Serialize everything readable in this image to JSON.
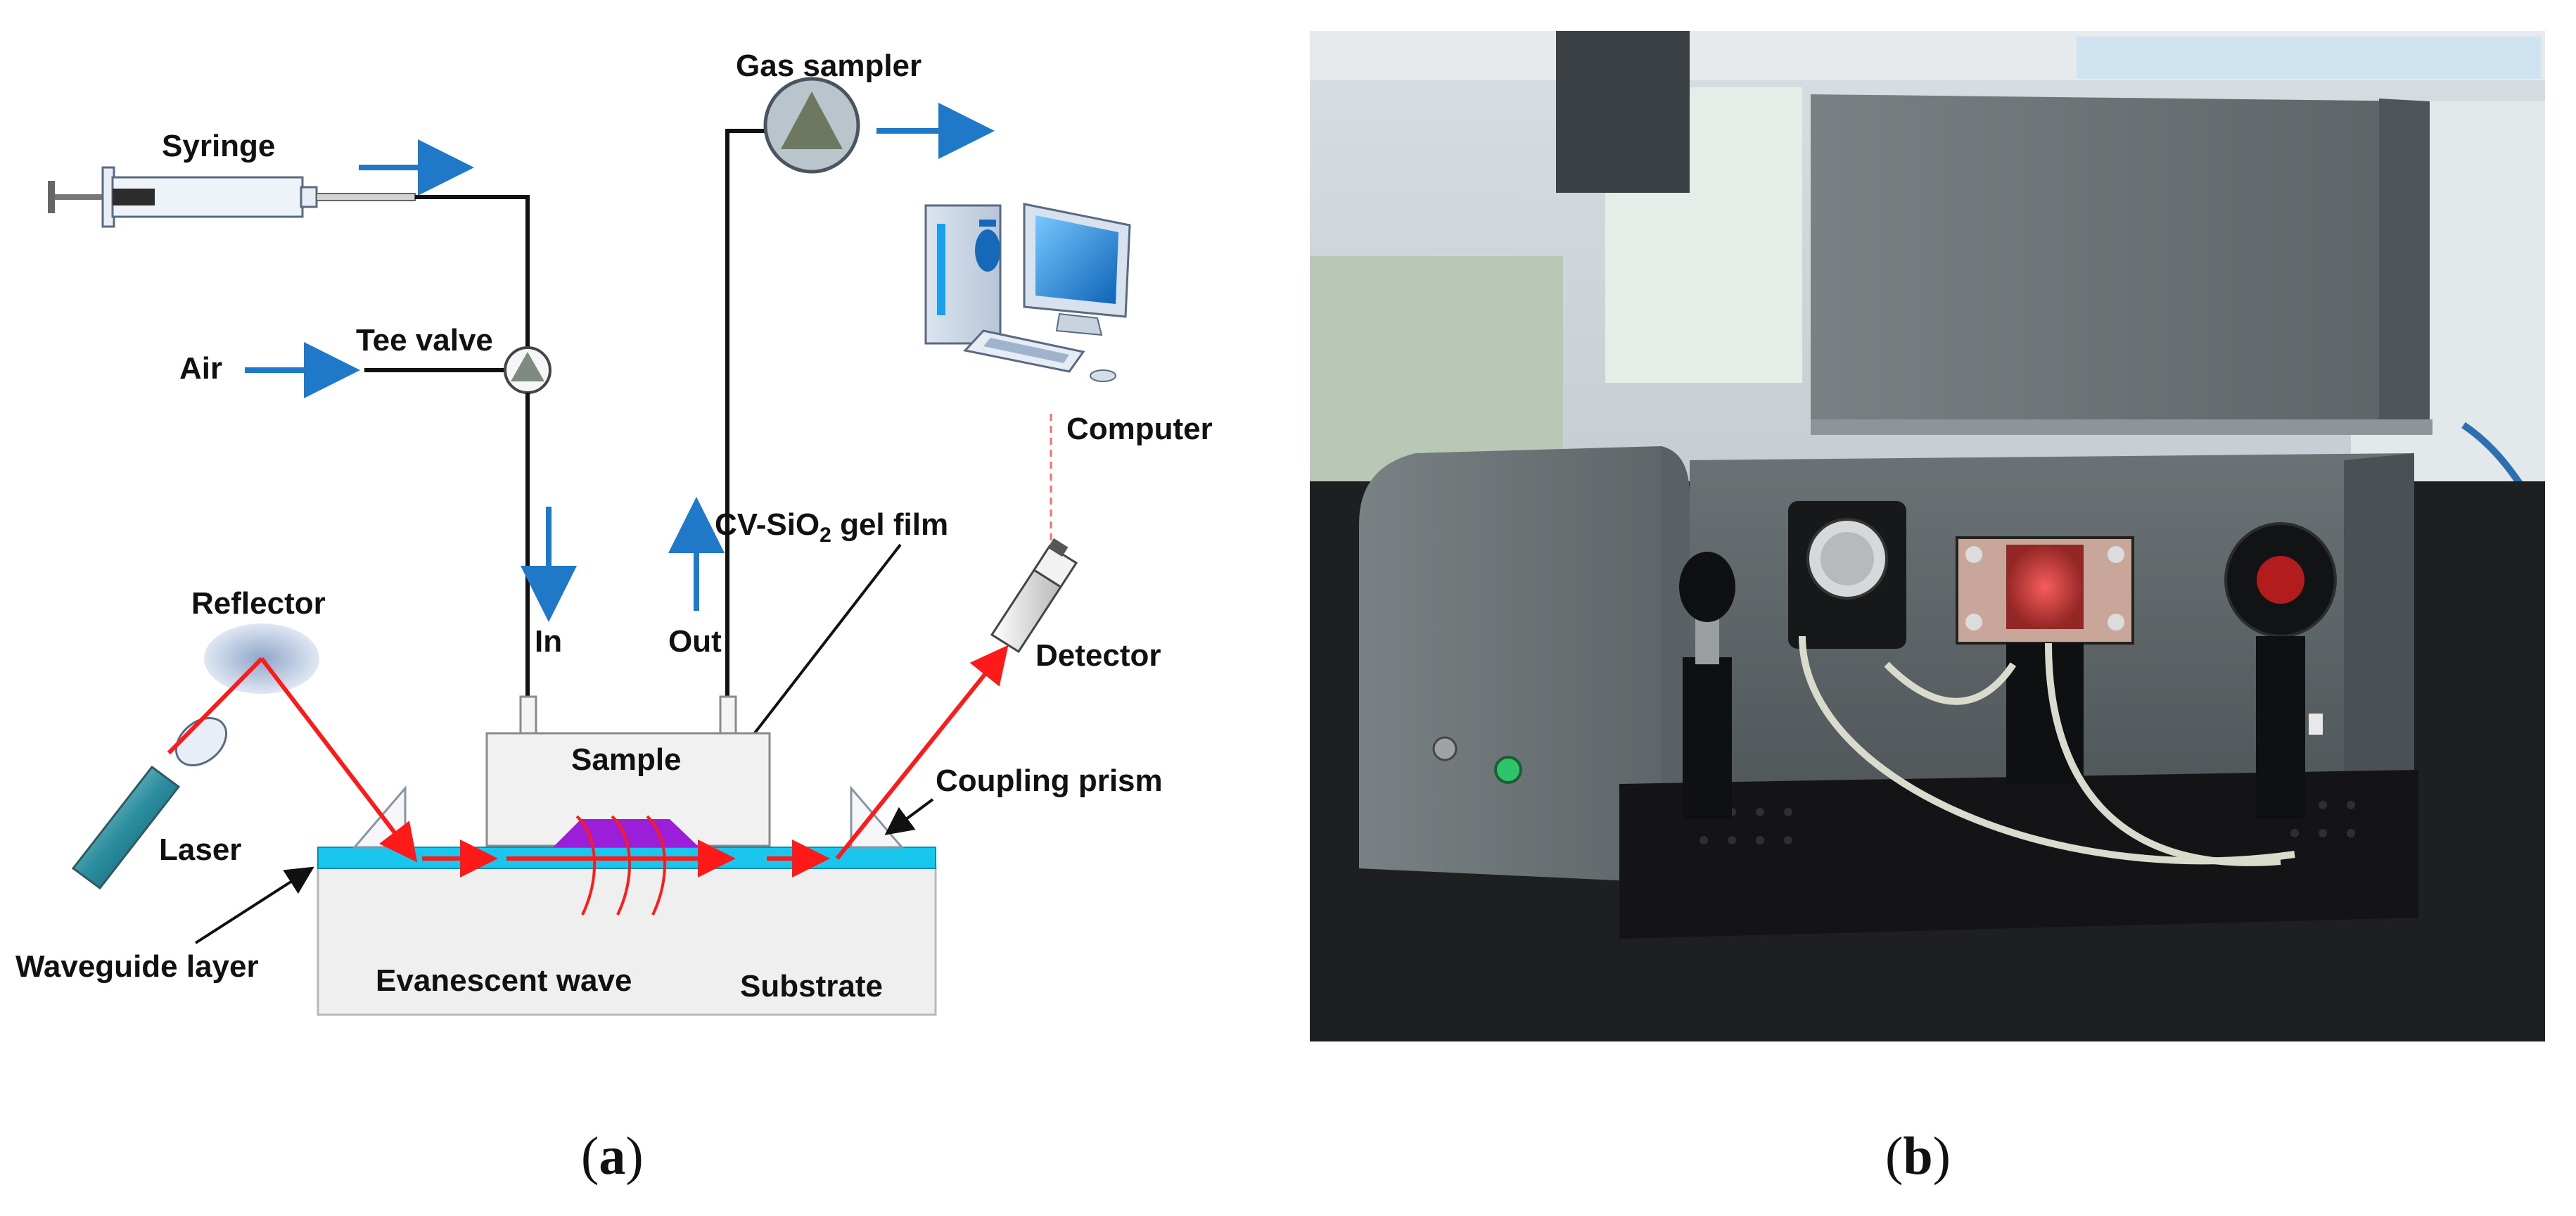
{
  "figure": {
    "panel_a": {
      "labels": {
        "syringe": "Syringe",
        "gas_sampler": "Gas sampler",
        "air": "Air",
        "tee_valve": "Tee valve",
        "computer": "Computer",
        "in": "In",
        "out": "Out",
        "film_prefix": "CV-SiO",
        "film_subscript": "2",
        "film_suffix": " gel film",
        "reflector": "Reflector",
        "detector": "Detector",
        "sample": "Sample",
        "coupling_prism": "Coupling prism",
        "laser": "Laser",
        "waveguide_layer": "Waveguide layer",
        "evanescent_wave": "Evanescent wave",
        "substrate": "Substrate"
      },
      "caption_letter": "a"
    },
    "panel_b": {
      "caption_letter": "b"
    },
    "colors": {
      "flow_arrow": "#1f78c8",
      "laser_beam": "#ff1a1a",
      "waveguide": "#19c6ee",
      "substrate": "#efefef",
      "gel_film": "#9b1fd8",
      "instrument_body": "#6d7477",
      "optical_rail": "#141416"
    }
  }
}
